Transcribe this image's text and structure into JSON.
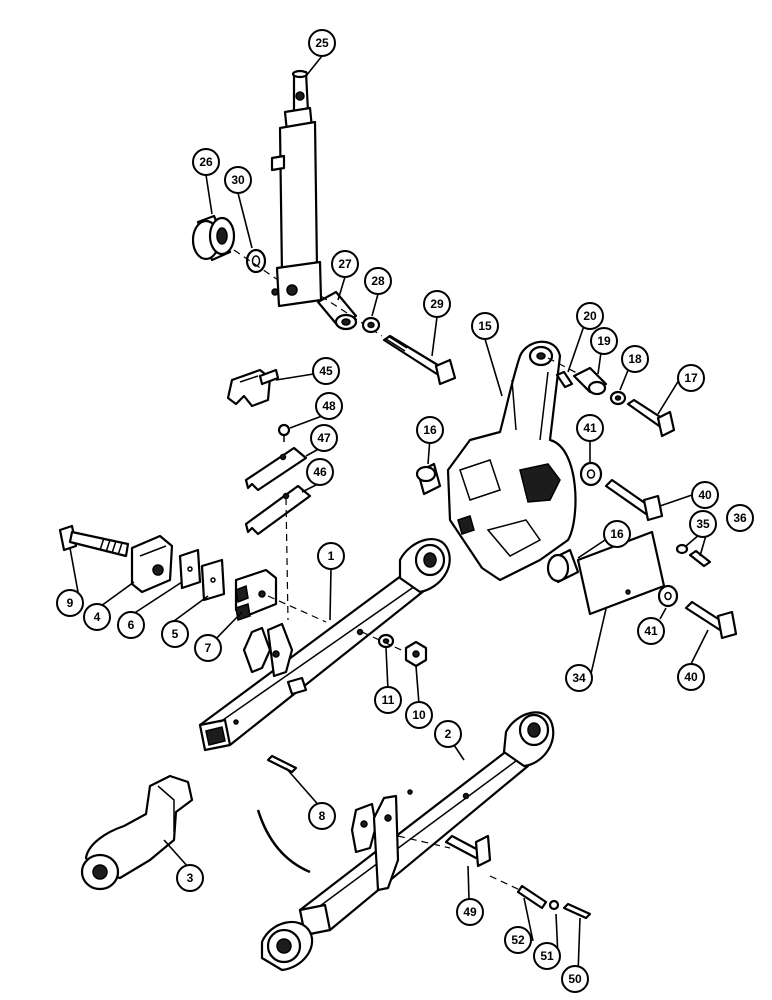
{
  "callouts": {
    "c1": "1",
    "c2": "2",
    "c3": "3",
    "c4": "4",
    "c5": "5",
    "c6": "6",
    "c7": "7",
    "c8": "8",
    "c9": "9",
    "c10": "10",
    "c11": "11",
    "c15": "15",
    "c16a": "16",
    "c16b": "16",
    "c17": "17",
    "c18": "18",
    "c19": "19",
    "c20": "20",
    "c25": "25",
    "c26": "26",
    "c27": "27",
    "c28": "28",
    "c29": "29",
    "c30": "30",
    "c34": "34",
    "c35": "35",
    "c36": "36",
    "c40a": "40",
    "c40b": "40",
    "c41a": "41",
    "c41b": "41",
    "c45": "45",
    "c46": "46",
    "c47": "47",
    "c48": "48",
    "c49": "49",
    "c50": "50",
    "c51": "51",
    "c52": "52"
  }
}
